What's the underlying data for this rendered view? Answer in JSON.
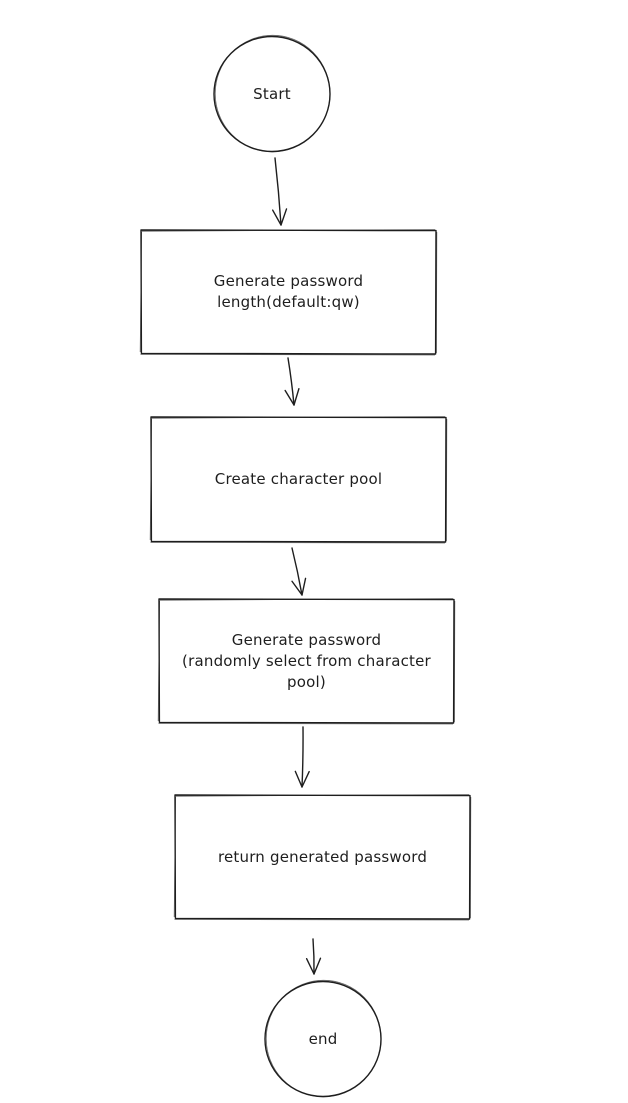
{
  "diagram": {
    "type": "flowchart",
    "stroke_color": "#1e1e1e",
    "background_color": "#ffffff",
    "nodes": [
      {
        "id": "start",
        "shape": "circle",
        "lines": [
          "Start"
        ]
      },
      {
        "id": "step1",
        "shape": "rectangle",
        "lines": [
          "Generate password",
          "length(default:qw)"
        ]
      },
      {
        "id": "step2",
        "shape": "rectangle",
        "lines": [
          "Create character pool"
        ]
      },
      {
        "id": "step3",
        "shape": "rectangle",
        "lines": [
          "Generate password",
          "(randomly select from character",
          "pool)"
        ]
      },
      {
        "id": "step4",
        "shape": "rectangle",
        "lines": [
          "return generated password"
        ]
      },
      {
        "id": "end",
        "shape": "circle",
        "lines": [
          "end"
        ]
      }
    ],
    "edges": [
      {
        "from": "start",
        "to": "step1"
      },
      {
        "from": "step1",
        "to": "step2"
      },
      {
        "from": "step2",
        "to": "step3"
      },
      {
        "from": "step3",
        "to": "step4"
      },
      {
        "from": "step4",
        "to": "end"
      }
    ]
  }
}
